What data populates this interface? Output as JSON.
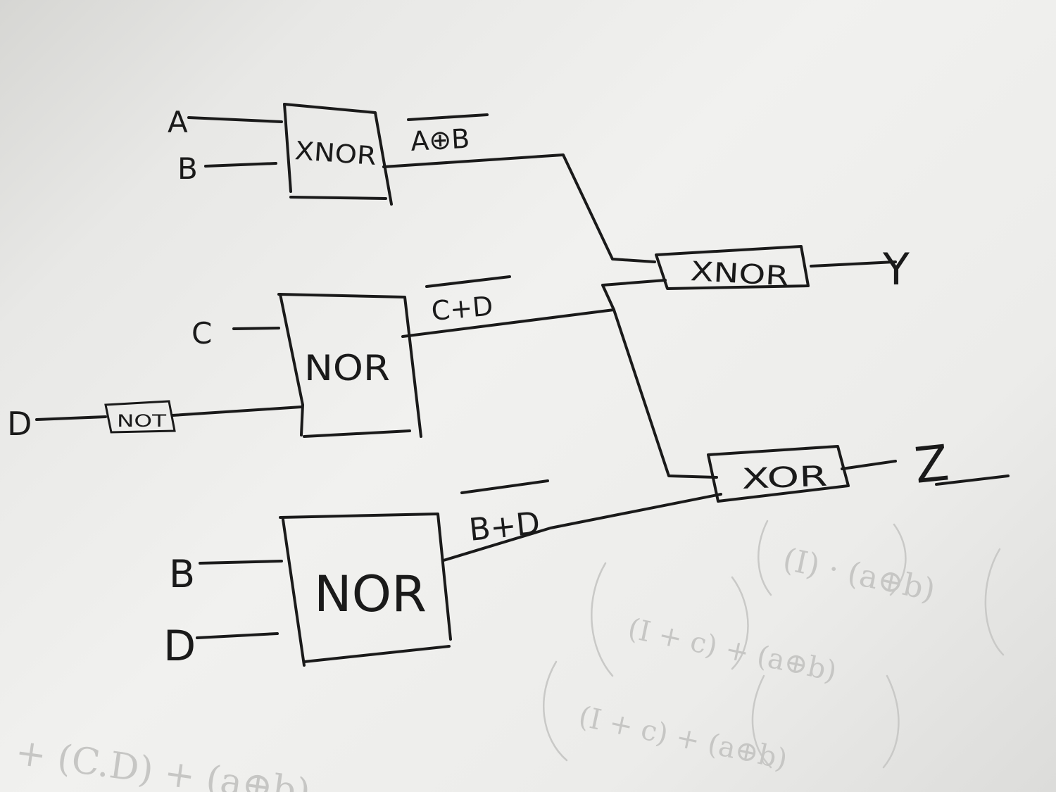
{
  "gates": {
    "xnor_top": "XNOR",
    "nor_middle": "NOR",
    "not_gate": "NOT",
    "nor_bottom": "NOR",
    "xnor_output": "XNOR",
    "xor_output": "XOR"
  },
  "inputs": {
    "a": "A",
    "b_top": "B",
    "c": "C",
    "d_not": "D",
    "b_bottom": "B",
    "d_bottom": "D"
  },
  "wire_labels": {
    "xnor_ab": "A⊕B",
    "nor_cd": "C+D",
    "nor_bd": "B+D"
  },
  "outputs": {
    "y": "Y",
    "z": "Z"
  }
}
